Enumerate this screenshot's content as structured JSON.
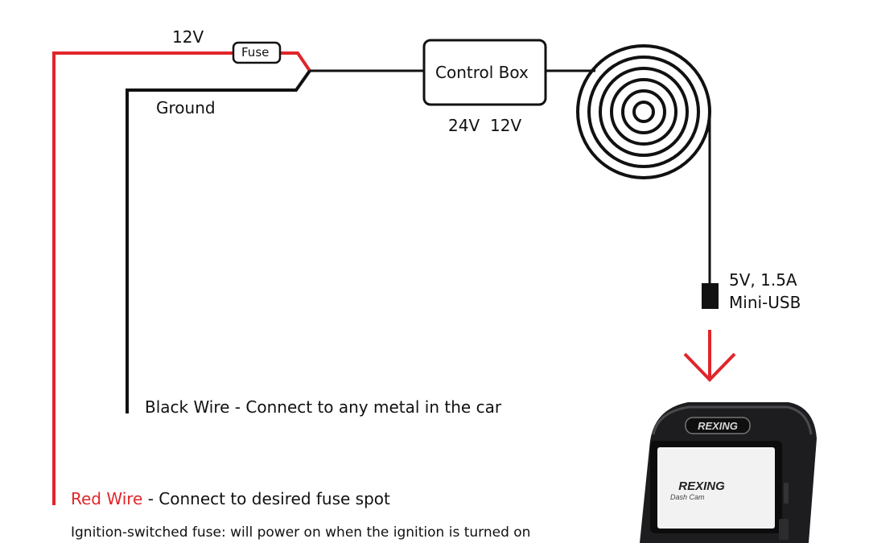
{
  "colors": {
    "red_wire": "#e0262b",
    "black_wire": "#111111",
    "camera_body": "#1d1d1f",
    "screen": "#f2f2f2"
  },
  "labels": {
    "voltage_12v_top": "12V",
    "fuse": "Fuse",
    "ground": "Ground",
    "control_box": "Control Box",
    "control_box_24v": "24V",
    "control_box_12v": "12V",
    "usb_spec_line1": "5V, 1.5A",
    "usb_spec_line2": "Mini-USB",
    "black_wire_title": "Black Wire",
    "black_wire_desc": " - Connect to any metal in the car",
    "red_wire_title": "Red Wire",
    "red_wire_desc": " - Connect to desired fuse spot",
    "ignition_note": "Ignition-switched fuse: will power on when the ignition is turned on"
  },
  "camera": {
    "brand_top": "REXING",
    "brand_screen": "REXING",
    "screen_subtitle": "Dash Cam"
  },
  "icons": {
    "coil": "coiled-cable-icon",
    "arrow": "arrow-down-icon",
    "plug": "mini-usb-plug-icon"
  }
}
